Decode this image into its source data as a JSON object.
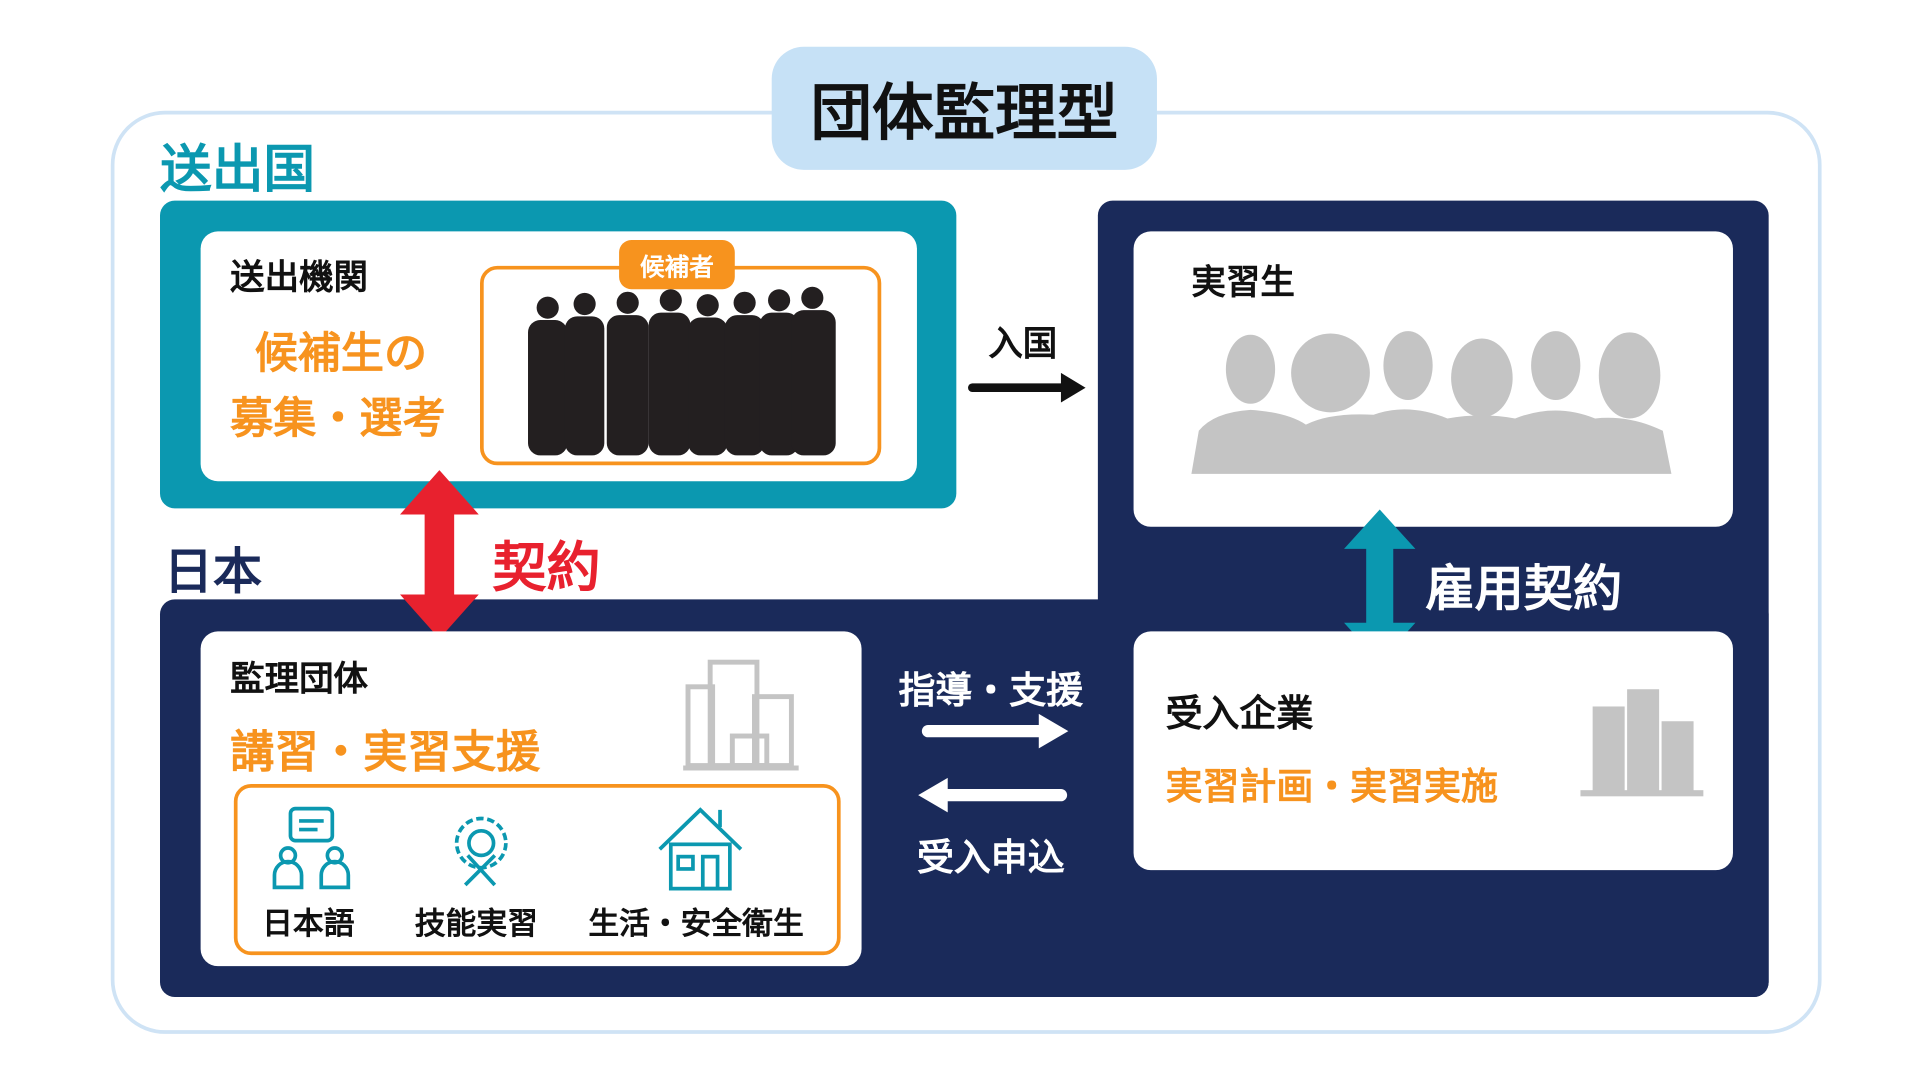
{
  "title": "団体監理型",
  "sending_country": {
    "label": "送出国",
    "org": "送出機関",
    "role_line1": "候補生の",
    "role_line2": "募集・選考",
    "badge": "候補者"
  },
  "japan": {
    "label": "日本"
  },
  "entry_label": "入国",
  "contract_label": "契約",
  "employment_contract_label": "雇用契約",
  "trainee": {
    "label": "実習生"
  },
  "supervising_org": {
    "label": "監理団体",
    "role": "講習・実習支援",
    "items": [
      {
        "label": "日本語",
        "icon": "chat-people-icon"
      },
      {
        "label": "技能実習",
        "icon": "gear-tools-icon"
      },
      {
        "label": "生活・安全衛生",
        "icon": "house-icon"
      }
    ]
  },
  "guidance_label": "指導・支援",
  "application_label": "受入申込",
  "company": {
    "label": "受入企業",
    "role": "実習計画・実習実施"
  },
  "colors": {
    "teal": "#0b98b0",
    "navy": "#1a2a5a",
    "orange": "#f7931e",
    "red": "#e8212e",
    "light_blue": "#c6e1f6",
    "gray": "#c4c4c4"
  }
}
